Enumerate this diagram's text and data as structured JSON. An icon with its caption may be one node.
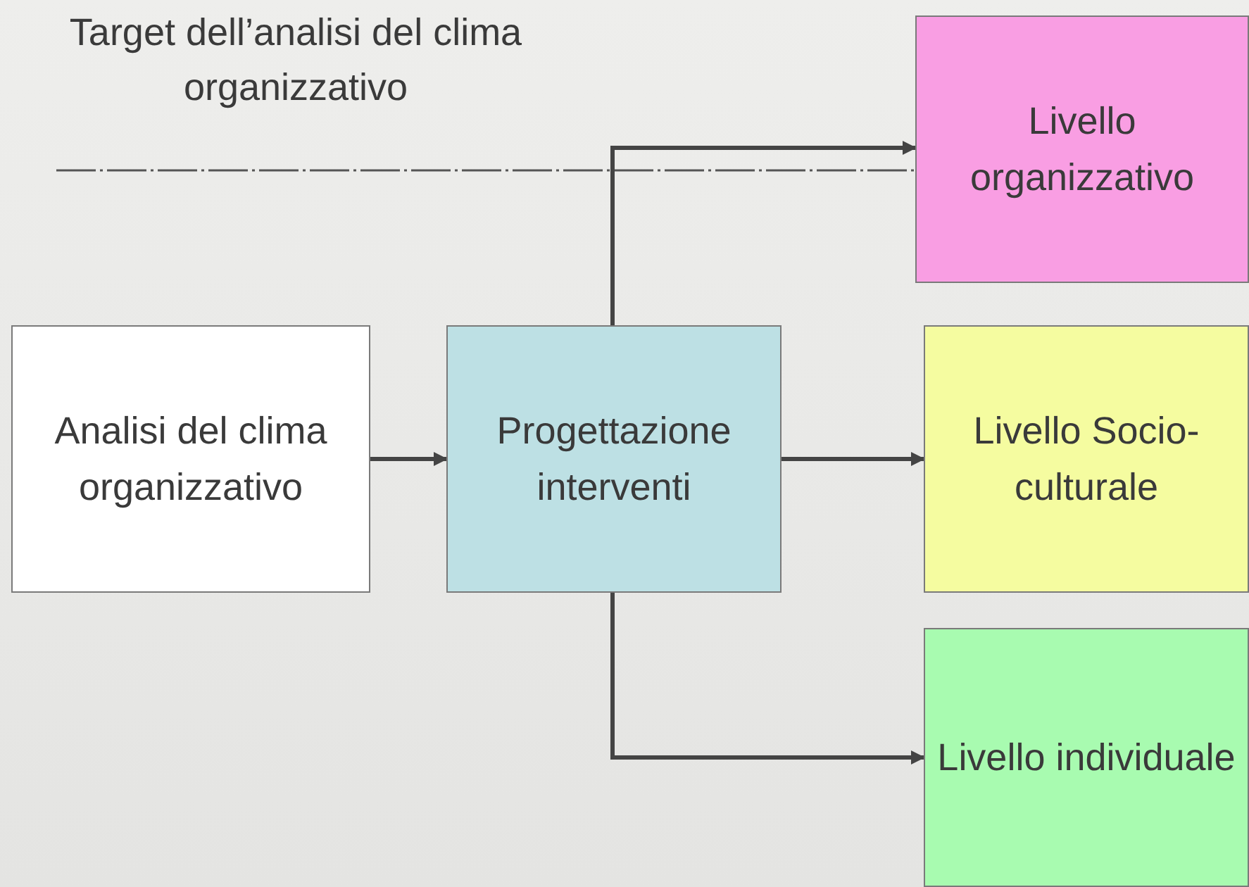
{
  "diagram": {
    "nodes": [
      {
        "text": [
          "Analisi del clima organizzativo"
        ]
      },
      {
        "text": [
          "Progettazione interventi"
        ]
      },
      {
        "text": [
          "Livello organizzativo"
        ]
      },
      {
        "text": [
          "Livello Socio-culturale"
        ]
      },
      {
        "text": [
          "Livello individuale"
        ]
      }
    ],
    "edges": [
      {
        "from": 0,
        "to": 1,
        "arrow": "to"
      },
      {
        "from": 1,
        "to": 2,
        "arrow": "to"
      },
      {
        "from": 1,
        "to": 3,
        "arrow": "to"
      },
      {
        "from": 1,
        "to": 4,
        "arrow": "to"
      }
    ],
    "labels": [
      "Target dell’analisi del clima organizzativo"
    ]
  }
}
